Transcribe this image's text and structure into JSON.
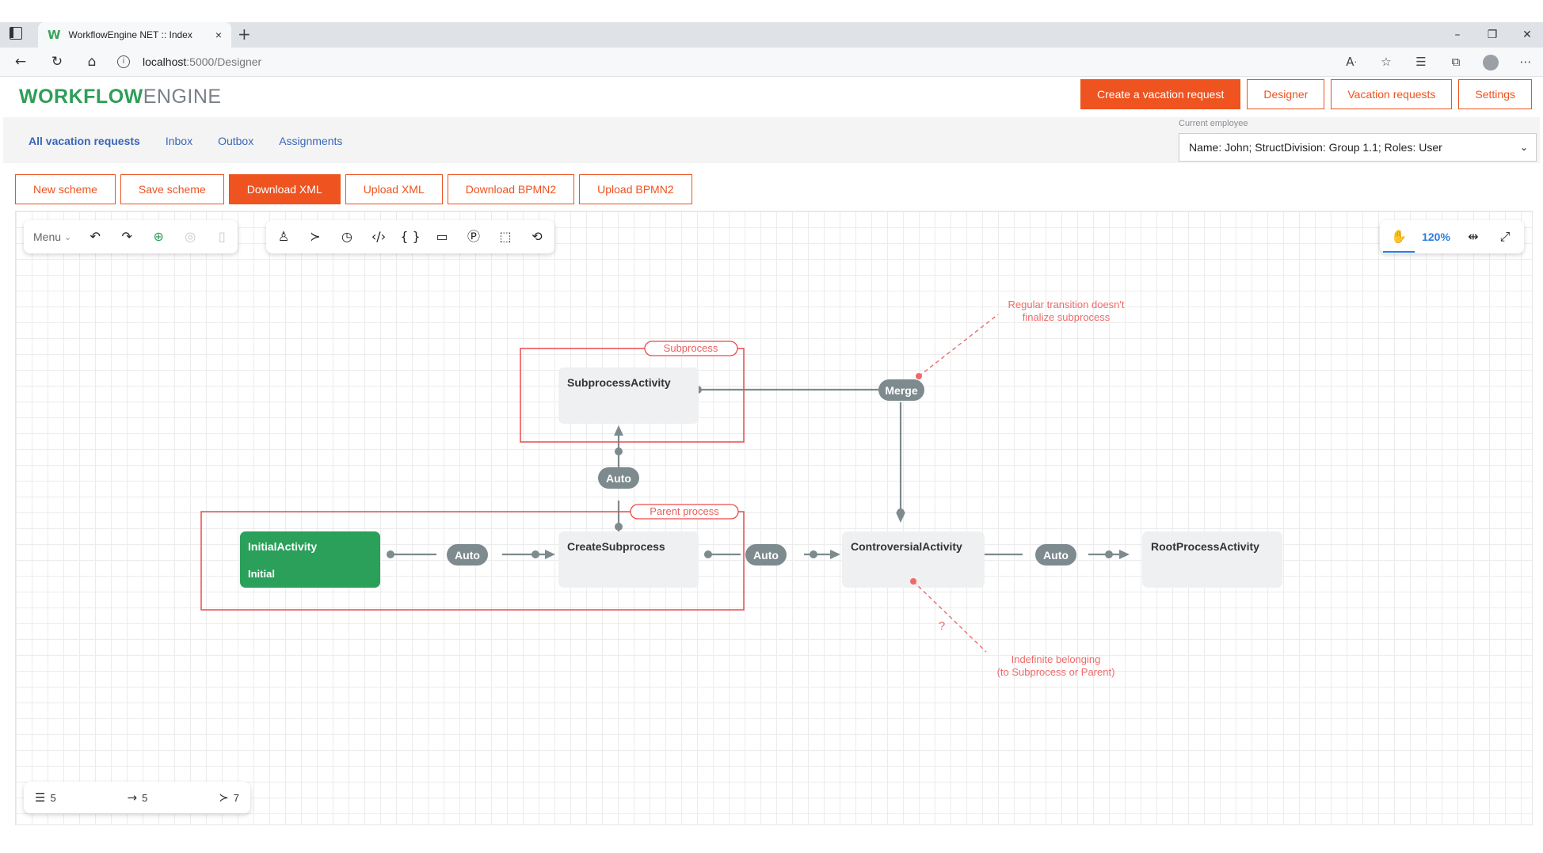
{
  "browser": {
    "tab_title": "WorkflowEngine NET :: Index",
    "tab_close": "×",
    "new_tab": "+",
    "favicon": "W",
    "url_host": "localhost",
    "url_rest": ":5000/Designer",
    "win_min": "–",
    "win_max": "❐",
    "win_close": "✕"
  },
  "app": {
    "logo_bold": "WORKFLOW",
    "logo_light": "ENGINE",
    "nav": {
      "create_vacation": "Create a vacation request",
      "designer": "Designer",
      "vacation_requests": "Vacation requests",
      "settings": "Settings"
    },
    "sublinks": [
      "All vacation requests",
      "Inbox",
      "Outbox",
      "Assignments"
    ],
    "employee_label": "Current employee",
    "employee_value": "Name: John; StructDivision: Group 1.1; Roles: User"
  },
  "actions": {
    "new_scheme": "New scheme",
    "save_scheme": "Save scheme",
    "download_xml": "Download XML",
    "upload_xml": "Upload XML",
    "download_bpmn2": "Download BPMN2",
    "upload_bpmn2": "Upload BPMN2"
  },
  "designer": {
    "menu_label": "Menu",
    "zoom": "120%",
    "stats": {
      "activities": "5",
      "transitions": "5",
      "commands": "7"
    },
    "diagram": {
      "activities": {
        "initial": {
          "name": "InitialActivity",
          "state": "Initial"
        },
        "create_subprocess": "CreateSubprocess",
        "subprocess_activity": "SubprocessActivity",
        "controversial": "ControversialActivity",
        "root_process": "RootProcessActivity"
      },
      "transition_labels": {
        "auto": "Auto",
        "merge": "Merge"
      },
      "groups": {
        "subprocess": "Subprocess",
        "parent": "Parent process"
      },
      "annotations": {
        "regular_line1": "Regular transition doesn't",
        "regular_line2": "finalize subprocess",
        "question": "?",
        "indef_line1": "Indefinite belonging",
        "indef_line2": "(to Subprocess or Parent)"
      }
    }
  },
  "colors": {
    "accent": "#ee5320",
    "initial_activity": "#2aa05a",
    "activity_fill": "#eef0f1",
    "connector": "#7d8a8e",
    "group_border": "#ec4b4b",
    "annotation": "#ee6a6a",
    "link": "#3a66b7"
  }
}
